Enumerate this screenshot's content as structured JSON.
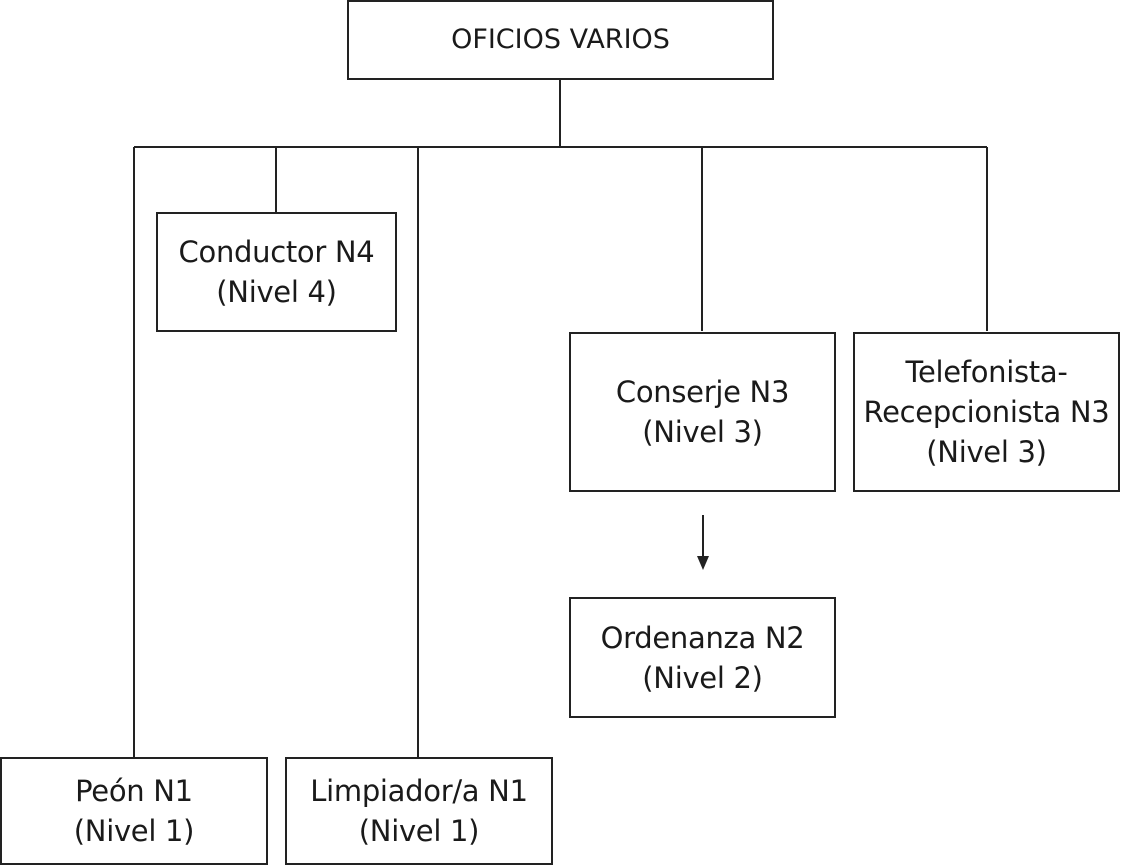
{
  "title": "OFICIOS VARIOS",
  "nodes": {
    "conductor": {
      "name": "Conductor N4",
      "level": "(Nivel 4)"
    },
    "conserje": {
      "name": "Conserje N3",
      "level": "(Nivel 3)"
    },
    "telefonista": {
      "name_line1": "Telefonista-",
      "name_line2": "Recepcionista  N3",
      "level": "(Nivel 3)"
    },
    "ordenanza": {
      "name": "Ordenanza N2",
      "level": "(Nivel 2)"
    },
    "peon": {
      "name": "Peón N1",
      "level": "(Nivel 1)"
    },
    "limpiador": {
      "name": "Limpiador/a N1",
      "level": "(Nivel 1)"
    }
  },
  "style": {
    "line_color": "#222222",
    "text_color": "#1a1a1a"
  }
}
